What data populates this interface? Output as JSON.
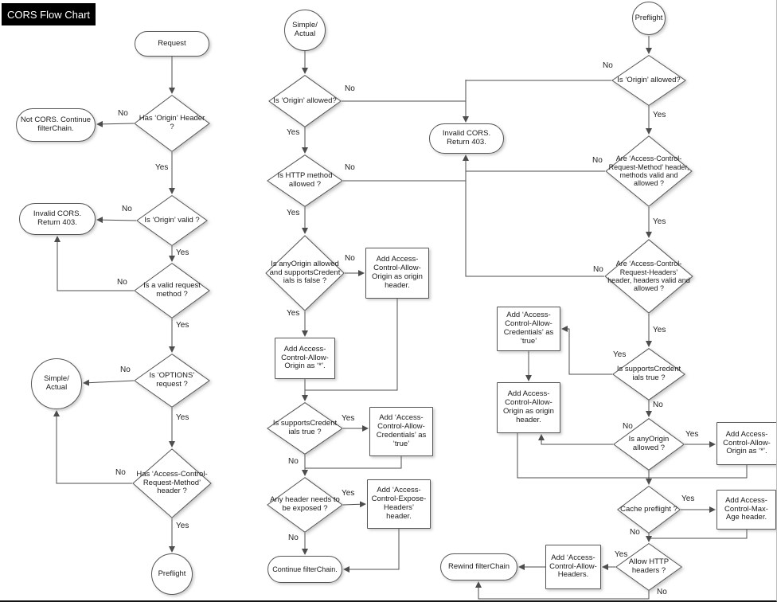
{
  "title": "CORS Flow Chart",
  "edge_labels": {
    "yes": "Yes",
    "no": "No"
  },
  "nodes": {
    "left": {
      "request": "Request",
      "has_origin_header": "Has ‘Origin’ Header ?",
      "not_cors": "Not CORS. Continue filterChain.",
      "is_origin_valid": "Is ‘Origin’ valid ?",
      "invalid_cors": "Invalid CORS. Return 403.",
      "is_valid_request_method": "Is a valid request method ?",
      "simple_actual": "Simple/ Actual",
      "is_options_request": "Is ‘OPTIONS’ request ?",
      "has_acrm_header": "Has ‘Access-Control-Request-Method’ header ?",
      "preflight": "Preflight"
    },
    "middle": {
      "simple_actual": "Simple/ Actual",
      "is_origin_allowed": "Is ‘Origin’ allowed?",
      "invalid_cors": "Invalid CORS. Return 403.",
      "is_http_method_allowed": "Is HTTP method allowed ?",
      "is_anyorigin_and_credentials_false": "Is anyOrigin allowed and supportsCredent ials is false ?",
      "add_acao_origin_header": "Add Access-Control-Allow-Origin as origin header.",
      "add_acao_star": "Add Access-Control-Allow-Origin as ‘*’.",
      "is_supports_credentials": "Is supportsCredent ials true ?",
      "add_credentials_true": "Add ‘Access-Control-Allow-Credentials’ as ‘true’",
      "any_header_exposed": "Any header needs to be exposed ?",
      "add_expose_headers": "Add ‘Access-Control-Expose-Headers’ header.",
      "continue_filterchain": "Continue filterChain."
    },
    "right": {
      "preflight": "Preflight",
      "is_origin_allowed": "Is ‘Origin’ allowed?",
      "acrm_valid_allowed": "Are ‘Access-Control-Request-Method’ header, methods valid and allowed ?",
      "acrh_valid_allowed": "Are ‘Access-Control-Request-Headers’ header, headers valid and allowed ?",
      "is_supports_credentials": "Is supportsCredent ials true ?",
      "add_credentials_true": "Add ‘Access-Control-Allow-Credentials’ as ‘true’",
      "add_acao_origin_header": "Add Access-Control-Allow-Origin as origin header.",
      "is_anyorigin_allowed": "Is anyOrigin allowed ?",
      "add_acao_star": "Add Access-Control-Allow-Origin as ‘*’.",
      "cache_preflight": "Cache preflight ?",
      "add_max_age": "Add Access-Control-Max-Age header.",
      "allow_http_headers": "Allow HTTP headers ?",
      "add_allow_headers": "Add ‘Access-Control-Allow-Headers.",
      "rewind_filterchain": "Rewind filterChain"
    }
  }
}
